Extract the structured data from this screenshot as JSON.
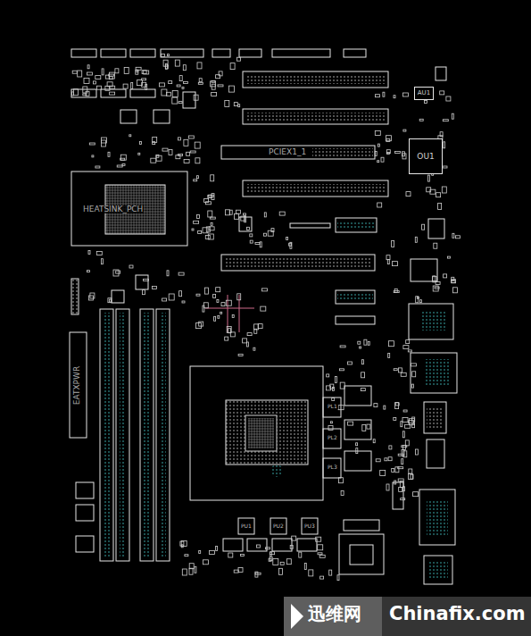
{
  "diagram": {
    "nodes": [
      {
        "text": [
          "AU1"
        ]
      },
      {
        "text": [
          "OU1"
        ]
      }
    ],
    "edges": [],
    "labels": [
      "HEATSINK_PCH",
      "PCIEX1_1",
      "EATXPWR",
      "PL1",
      "PL2",
      "PL3",
      "PU1",
      "PU2",
      "PU3",
      "迅维网",
      "Chinafix.com"
    ]
  }
}
